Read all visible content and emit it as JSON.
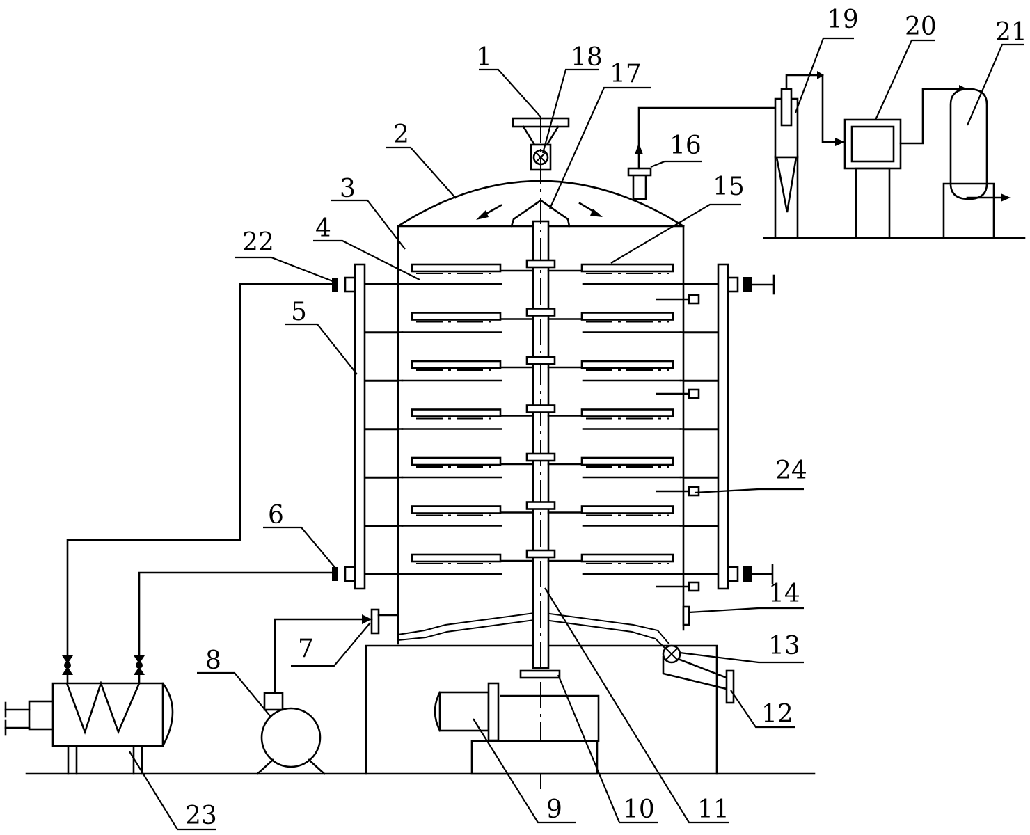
{
  "labels": {
    "l1": "1",
    "l2": "2",
    "l3": "3",
    "l4": "4",
    "l5": "5",
    "l6": "6",
    "l7": "7",
    "l8": "8",
    "l9": "9",
    "l10": "10",
    "l11": "11",
    "l12": "12",
    "l13": "13",
    "l14": "14",
    "l15": "15",
    "l16": "16",
    "l17": "17",
    "l18": "18",
    "l19": "19",
    "l20": "20",
    "l21": "21",
    "l22": "22",
    "l23": "23",
    "l24": "24"
  },
  "tray_count": 7
}
